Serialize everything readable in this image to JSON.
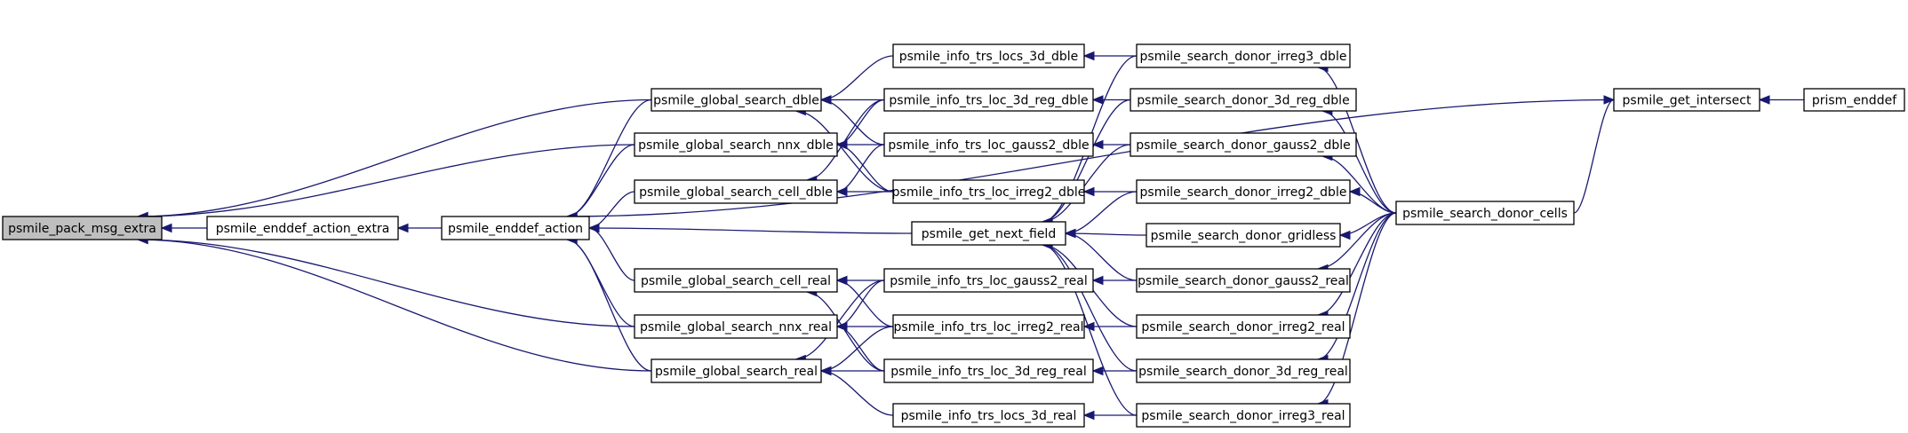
{
  "graph": {
    "nodes": [
      {
        "id": "pack",
        "label": "psmile_pack_msg_extra",
        "highlighted": true
      },
      {
        "id": "eae",
        "label": "psmile_enddef_action_extra"
      },
      {
        "id": "ea",
        "label": "psmile_enddef_action"
      },
      {
        "id": "gsd",
        "label": "psmile_global_search_dble"
      },
      {
        "id": "gsnd",
        "label": "psmile_global_search_nnx_dble"
      },
      {
        "id": "gscd",
        "label": "psmile_global_search_cell_dble"
      },
      {
        "id": "gscr",
        "label": "psmile_global_search_cell_real"
      },
      {
        "id": "gsnr",
        "label": "psmile_global_search_nnx_real"
      },
      {
        "id": "gsr",
        "label": "psmile_global_search_real"
      },
      {
        "id": "its3d",
        "label": "psmile_info_trs_locs_3d_dble"
      },
      {
        "id": "itl3rd",
        "label": "psmile_info_trs_loc_3d_reg_dble"
      },
      {
        "id": "itlg2d",
        "label": "psmile_info_trs_loc_gauss2_dble"
      },
      {
        "id": "itli2d",
        "label": "psmile_info_trs_loc_irreg2_dble"
      },
      {
        "id": "gnf",
        "label": "psmile_get_next_field"
      },
      {
        "id": "itlg2r",
        "label": "psmile_info_trs_loc_gauss2_real"
      },
      {
        "id": "itli2r",
        "label": "psmile_info_trs_loc_irreg2_real"
      },
      {
        "id": "itl3rr",
        "label": "psmile_info_trs_loc_3d_reg_real"
      },
      {
        "id": "its3r",
        "label": "psmile_info_trs_locs_3d_real"
      },
      {
        "id": "sdi3d",
        "label": "psmile_search_donor_irreg3_dble"
      },
      {
        "id": "sd3rd",
        "label": "psmile_search_donor_3d_reg_dble"
      },
      {
        "id": "sdg2d",
        "label": "psmile_search_donor_gauss2_dble"
      },
      {
        "id": "sdi2d",
        "label": "psmile_search_donor_irreg2_dble"
      },
      {
        "id": "sdgl",
        "label": "psmile_search_donor_gridless"
      },
      {
        "id": "sdg2r",
        "label": "psmile_search_donor_gauss2_real"
      },
      {
        "id": "sdi2r",
        "label": "psmile_search_donor_irreg2_real"
      },
      {
        "id": "sd3rr",
        "label": "psmile_search_donor_3d_reg_real"
      },
      {
        "id": "sdi3r",
        "label": "psmile_search_donor_irreg3_real"
      },
      {
        "id": "sdc",
        "label": "psmile_search_donor_cells"
      },
      {
        "id": "gi",
        "label": "psmile_get_intersect"
      },
      {
        "id": "pe",
        "label": "prism_enddef"
      }
    ],
    "edges": [
      [
        "eae",
        "pack"
      ],
      [
        "ea",
        "eae"
      ],
      [
        "gsd",
        "pack"
      ],
      [
        "gsnd",
        "pack"
      ],
      [
        "gsnr",
        "pack"
      ],
      [
        "gsr",
        "pack"
      ],
      [
        "gsd",
        "ea"
      ],
      [
        "gsnd",
        "ea"
      ],
      [
        "gscd",
        "ea"
      ],
      [
        "gscr",
        "ea"
      ],
      [
        "gsnr",
        "ea"
      ],
      [
        "gsr",
        "ea"
      ],
      [
        "gnf",
        "ea"
      ],
      [
        "gi",
        "ea"
      ],
      [
        "its3d",
        "gsd"
      ],
      [
        "itl3rd",
        "gsd"
      ],
      [
        "itlg2d",
        "gsd"
      ],
      [
        "itli2d",
        "gsd"
      ],
      [
        "itl3rd",
        "gsnd"
      ],
      [
        "itlg2d",
        "gsnd"
      ],
      [
        "itli2d",
        "gsnd"
      ],
      [
        "itl3rd",
        "gscd"
      ],
      [
        "itlg2d",
        "gscd"
      ],
      [
        "itli2d",
        "gscd"
      ],
      [
        "itlg2r",
        "gscr"
      ],
      [
        "itli2r",
        "gscr"
      ],
      [
        "itl3rr",
        "gscr"
      ],
      [
        "itlg2r",
        "gsnr"
      ],
      [
        "itli2r",
        "gsnr"
      ],
      [
        "itl3rr",
        "gsnr"
      ],
      [
        "itlg2r",
        "gsr"
      ],
      [
        "itli2r",
        "gsr"
      ],
      [
        "itl3rr",
        "gsr"
      ],
      [
        "its3r",
        "gsr"
      ],
      [
        "sdi3d",
        "its3d"
      ],
      [
        "sd3rd",
        "itl3rd"
      ],
      [
        "sdg2d",
        "itlg2d"
      ],
      [
        "sdi2d",
        "itli2d"
      ],
      [
        "sdg2r",
        "itlg2r"
      ],
      [
        "sdi2r",
        "itli2r"
      ],
      [
        "sd3rr",
        "itl3rr"
      ],
      [
        "sdi3r",
        "its3r"
      ],
      [
        "sdi3d",
        "gnf"
      ],
      [
        "sd3rd",
        "gnf"
      ],
      [
        "sdg2d",
        "gnf"
      ],
      [
        "sdi2d",
        "gnf"
      ],
      [
        "sdgl",
        "gnf"
      ],
      [
        "sdg2r",
        "gnf"
      ],
      [
        "sdi2r",
        "gnf"
      ],
      [
        "sd3rr",
        "gnf"
      ],
      [
        "sdi3r",
        "gnf"
      ],
      [
        "sdc",
        "sdi3d"
      ],
      [
        "sdc",
        "sd3rd"
      ],
      [
        "sdc",
        "sdg2d"
      ],
      [
        "sdc",
        "sdi2d"
      ],
      [
        "sdc",
        "sdgl"
      ],
      [
        "sdc",
        "sdg2r"
      ],
      [
        "sdc",
        "sdi2r"
      ],
      [
        "sdc",
        "sd3rr"
      ],
      [
        "sdc",
        "sdi3r"
      ],
      [
        "sdc",
        "gi"
      ],
      [
        "pe",
        "gi"
      ]
    ]
  },
  "colors": {
    "edge": "#191970",
    "node_border": "#000000",
    "node_fill": "#ffffff",
    "highlight_fill": "#bfbfbf"
  }
}
